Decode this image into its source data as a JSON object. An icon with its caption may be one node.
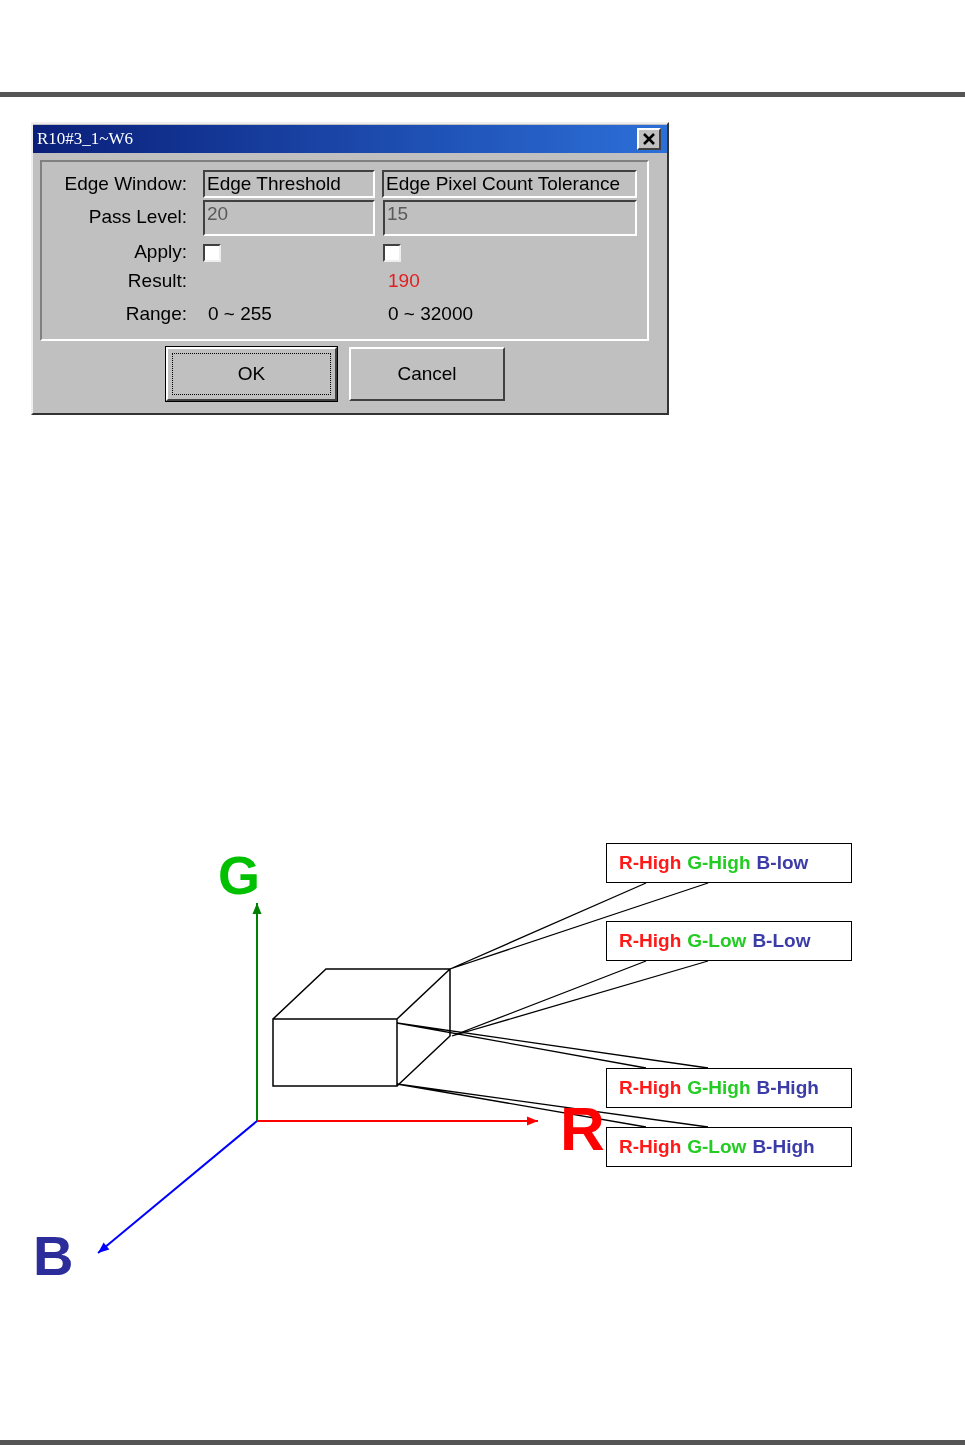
{
  "diagram": {
    "nodes": [
      {
        "text": [
          "R-High",
          "G-High",
          "B-low"
        ]
      },
      {
        "text": [
          "R-High",
          "G-Low",
          "B-Low"
        ]
      },
      {
        "text": [
          "R-High",
          "G-High",
          "B-High"
        ]
      },
      {
        "text": [
          "R-High",
          "G-Low",
          "B-High"
        ]
      }
    ],
    "edges": [
      {
        "from": 0,
        "to": null,
        "arrow": "none"
      },
      {
        "from": 1,
        "to": null,
        "arrow": "none"
      },
      {
        "from": 2,
        "to": null,
        "arrow": "none"
      },
      {
        "from": 3,
        "to": null,
        "arrow": "none"
      }
    ],
    "labels": [
      "R10#3_1~W6",
      "Edge Window:",
      "Edge Threshold",
      "Edge Pixel Count Tolerance",
      "Pass Level:",
      "20",
      "15",
      "Apply:",
      "Result:",
      "190",
      "Range:",
      "0 ~ 255",
      "0 ~ 32000",
      "OK",
      "Cancel",
      "G",
      "R",
      "B"
    ]
  }
}
